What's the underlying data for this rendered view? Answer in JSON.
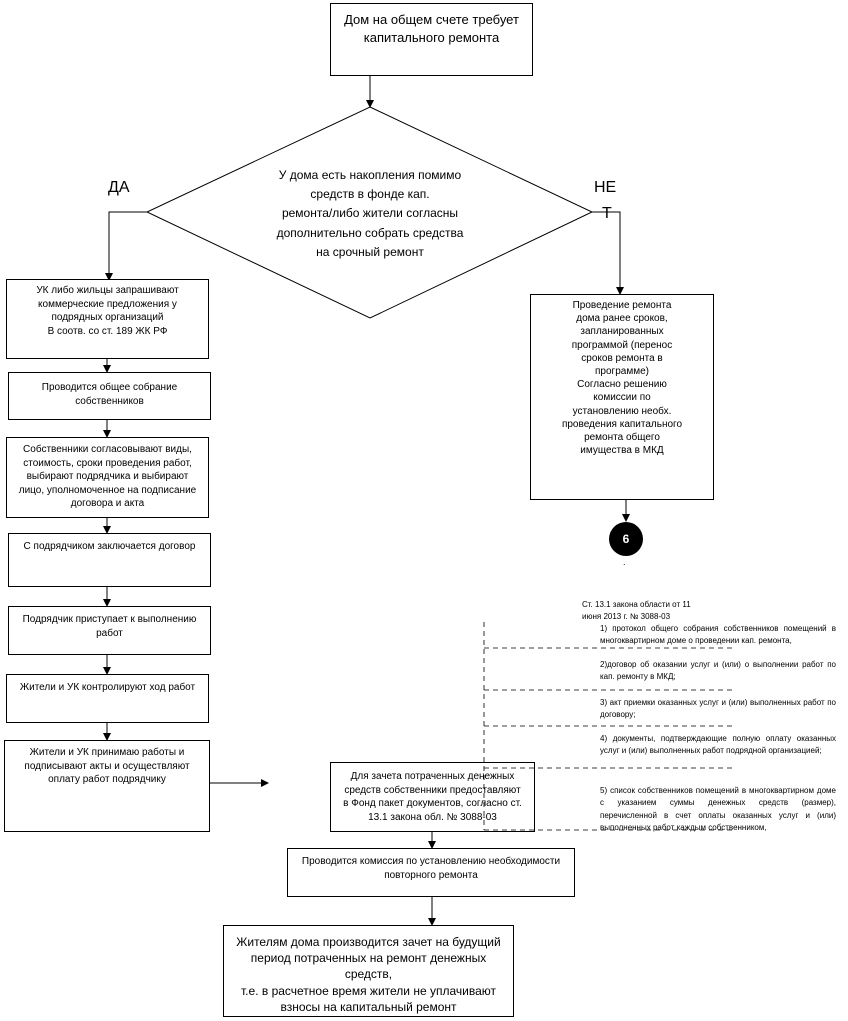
{
  "start": "Дом на общем счете требует\nкапитального ремонта",
  "decision": "У дома есть накопления помимо\nсредств в фонде кап.\nремонта/либо жители согласны\nдополнительно собрать средства\nна срочный ремонт",
  "yes_label": "ДА",
  "no_label_line1": "НЕ",
  "no_label_line2": "Т",
  "left_steps": [
    "УК либо жильцы запрашивают\nкоммерческие предложения у\nподрядных организаций\nВ соотв. со ст. 189 ЖК РФ",
    "Проводится общее собрание\nсобственников",
    "Собственники согласовывают виды,\nстоимость, сроки проведения работ,\nвыбирают подрядчика и выбирают\nлицо, уполномоченное на подписание\nдоговора и акта",
    "С подрядчиком заключается договор",
    "Подрядчик приступает к выполнению\nработ",
    "Жители и УК контролируют ход работ",
    "Жители и УК принимаю работы и\nподписывают акты и осуществляют\nоплату работ подрядчику"
  ],
  "right_step": "Проведение ремонта\nдома ранее сроков,\nзапланированных\nпрограммой (перенос\nсроков ремонта в\nпрограмме)\nСогласно решению\nкомиссии по\nустановлению необх.\nпроведения капитального\nремонта общего\nимущества в МКД",
  "connector_label": "6",
  "connector_dot": ".",
  "docs_title": "Ст. 13.1 закона области от 11\nиюня 2013 г. № 3088-03",
  "docs_items": [
    "1) протокол общего собрания собственников помещений в многоквартирном доме о проведении кап. ремонта,",
    "2)договор об оказании услуг и (или) о выполнении работ по кап. ремонту в МКД;",
    "3) акт приемки оказанных услуг и (или) выполненных работ по договору;",
    "4) документы, подтверждающие полную оплату оказанных услуг и (или) выполненных работ подрядной организацией;",
    "5) список собственников помещений в многоквартирном доме с указанием суммы денежных средств (размер), перечисленной в счет оплаты оказанных услуг и (или) выполненных работ каждым собственником,"
  ],
  "submit_box": "Для зачета потраченных денежных\nсредств собственники предоставляют\nв Фонд пакет документов, согласно ст.\n13.1 закона обл. № 3088-03",
  "commission_box": "Проводится комиссия по установлению необходимости\nповторного ремонта",
  "final_box": "Жителям дома производится зачет на будущий\nпериод потраченных на ремонт денежных средств,\nт.е. в расчетное время жители не уплачивают\nвзносы на капитальный ремонт"
}
